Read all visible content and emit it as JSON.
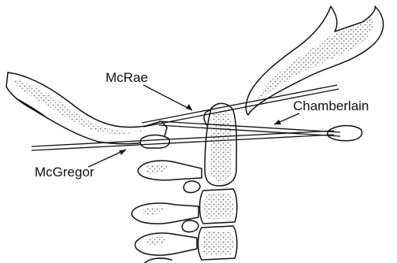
{
  "labels": {
    "mcrae": "McRae",
    "chamberlain": "Chamberlain",
    "mcgregor": "McGregor"
  }
}
